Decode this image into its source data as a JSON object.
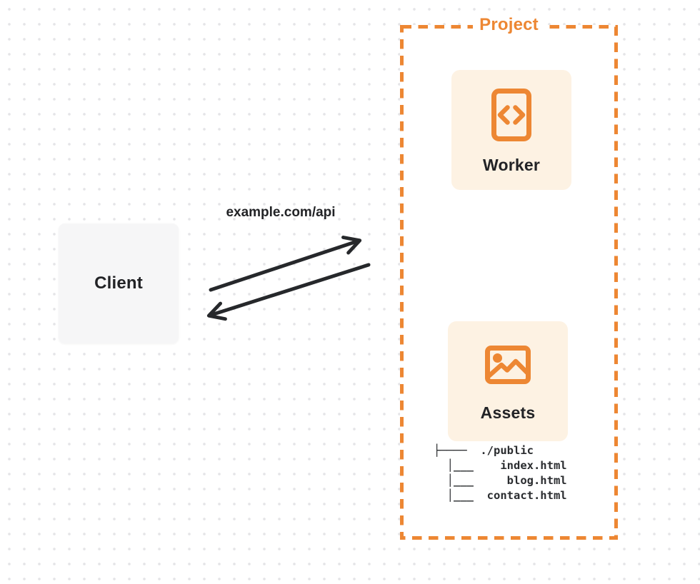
{
  "project": {
    "label": "Project",
    "worker": {
      "label": "Worker",
      "icon": "code-file-icon"
    },
    "assets": {
      "label": "Assets",
      "icon": "image-icon"
    },
    "file_tree": {
      "root": "./public",
      "files": [
        "index.html",
        "blog.html",
        "contact.html"
      ],
      "lines": [
        "├────  ./public",
        "  │___    index.html",
        "  │___     blog.html",
        "  │___  contact.html"
      ]
    }
  },
  "client": {
    "label": "Client"
  },
  "request": {
    "url_label": "example.com/api"
  },
  "colors": {
    "accent_orange": "#ED8733",
    "node_background": "#FDF2E3",
    "client_background": "#F6F6F7",
    "ink": "#26282B",
    "dot_grid": "#E5E5E8"
  }
}
